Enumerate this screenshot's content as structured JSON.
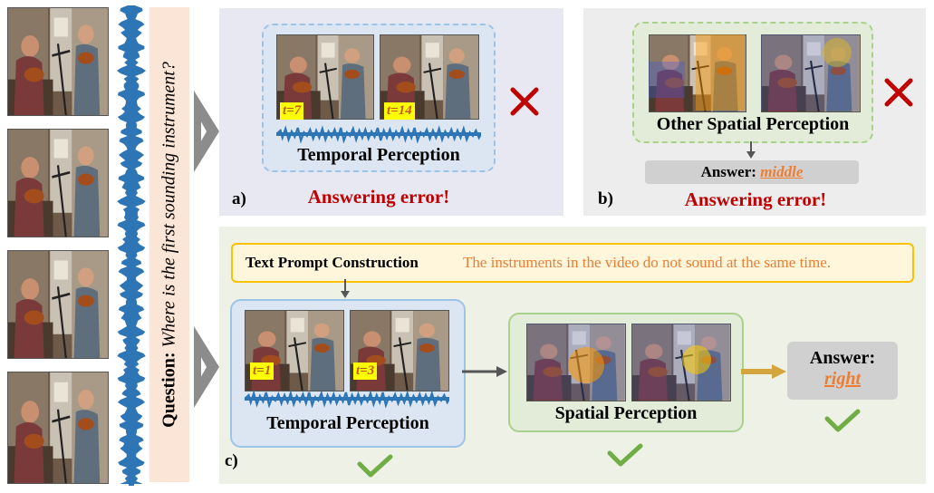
{
  "question": {
    "label": "Question:",
    "text": "Where is the first sounding instrument?"
  },
  "panel_a": {
    "tag": "a)",
    "box_title": "Temporal Perception",
    "t_labels": [
      "t=7",
      "t=14"
    ],
    "result": "Answering error!"
  },
  "panel_b": {
    "tag": "b)",
    "box_title": "Other Spatial Perception",
    "answer_label": "Answer:",
    "answer_value": "middle",
    "result": "Answering error!"
  },
  "panel_c": {
    "tag": "c)",
    "prompt_title": "Text Prompt Construction",
    "prompt_text": "The instruments in the video do not sound at the same time.",
    "temporal_title": "Temporal Perception",
    "t_labels": [
      "t=1",
      "t=3"
    ],
    "spatial_title": "Spatial Perception",
    "answer_label": "Answer:",
    "answer_value": "right"
  },
  "colors": {
    "panel_a_bg": "#e8e8f2",
    "panel_b_bg": "#ededed",
    "panel_c_bg": "#eef1e6",
    "error_red": "#c00000",
    "check_green": "#70ad47",
    "waveform_blue": "#2e75b6",
    "answer_orange": "#ed7d31"
  },
  "icons": [
    "cross-icon",
    "check-icon",
    "arrow-icon"
  ]
}
